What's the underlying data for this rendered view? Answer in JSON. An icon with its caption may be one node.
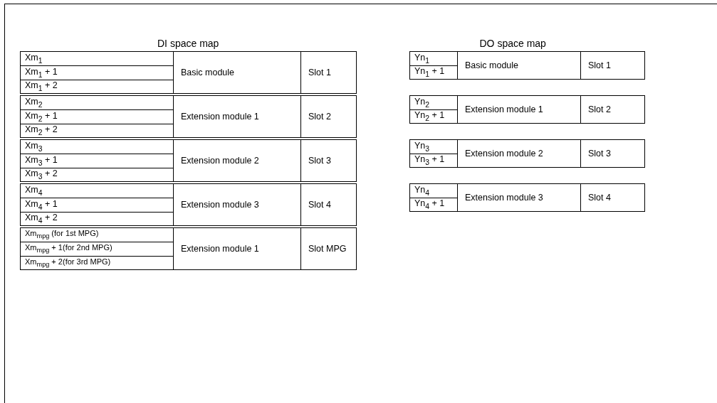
{
  "diagram": {
    "labels": [
      "DI space map",
      "Xm$_{1}$",
      "Basic module",
      "Slot 1",
      "Xm$_{1}$ + 1",
      "Xm$_{1}$ + 2",
      "Xm$_{2}$",
      "Extension module 1",
      "Slot 2",
      "Xm$_{2}$ + 1",
      "Xm$_{2}$ + 2",
      "Xm$_{3}$",
      "Extension module 2",
      "Slot 3",
      "Xm$_{3}$ + 1",
      "Xm$_{3}$ + 2",
      "Xm$_{4}$",
      "Extension module 3",
      "Slot 4",
      "Xm$_{4}$ + 1",
      "Xm$_{4}$ + 2",
      "Xm$_{mpg}$ (for 1st MPG)",
      "Extension module 1",
      "Slot MPG",
      "Xm$_{mpg}$ + 1(for 2nd MPG)",
      "Xm$_{mpg}$ + 2(for 3rd MPG)",
      "DO space map",
      "Yn$_{1}$",
      "Basic module",
      "Slot 1",
      "Yn$_{1}$ + 1",
      "Yn$_{2}$",
      "Extension module 1",
      "Slot 2",
      "Yn$_{2}$ + 1",
      "Yn$_{3}$",
      "Extension module 2",
      "Slot 3",
      "Yn$_{3}$ + 1",
      "Yn$_{4}$",
      "Extension module 3",
      "Slot 4",
      "Yn$_{4}$ + 1"
    ]
  }
}
